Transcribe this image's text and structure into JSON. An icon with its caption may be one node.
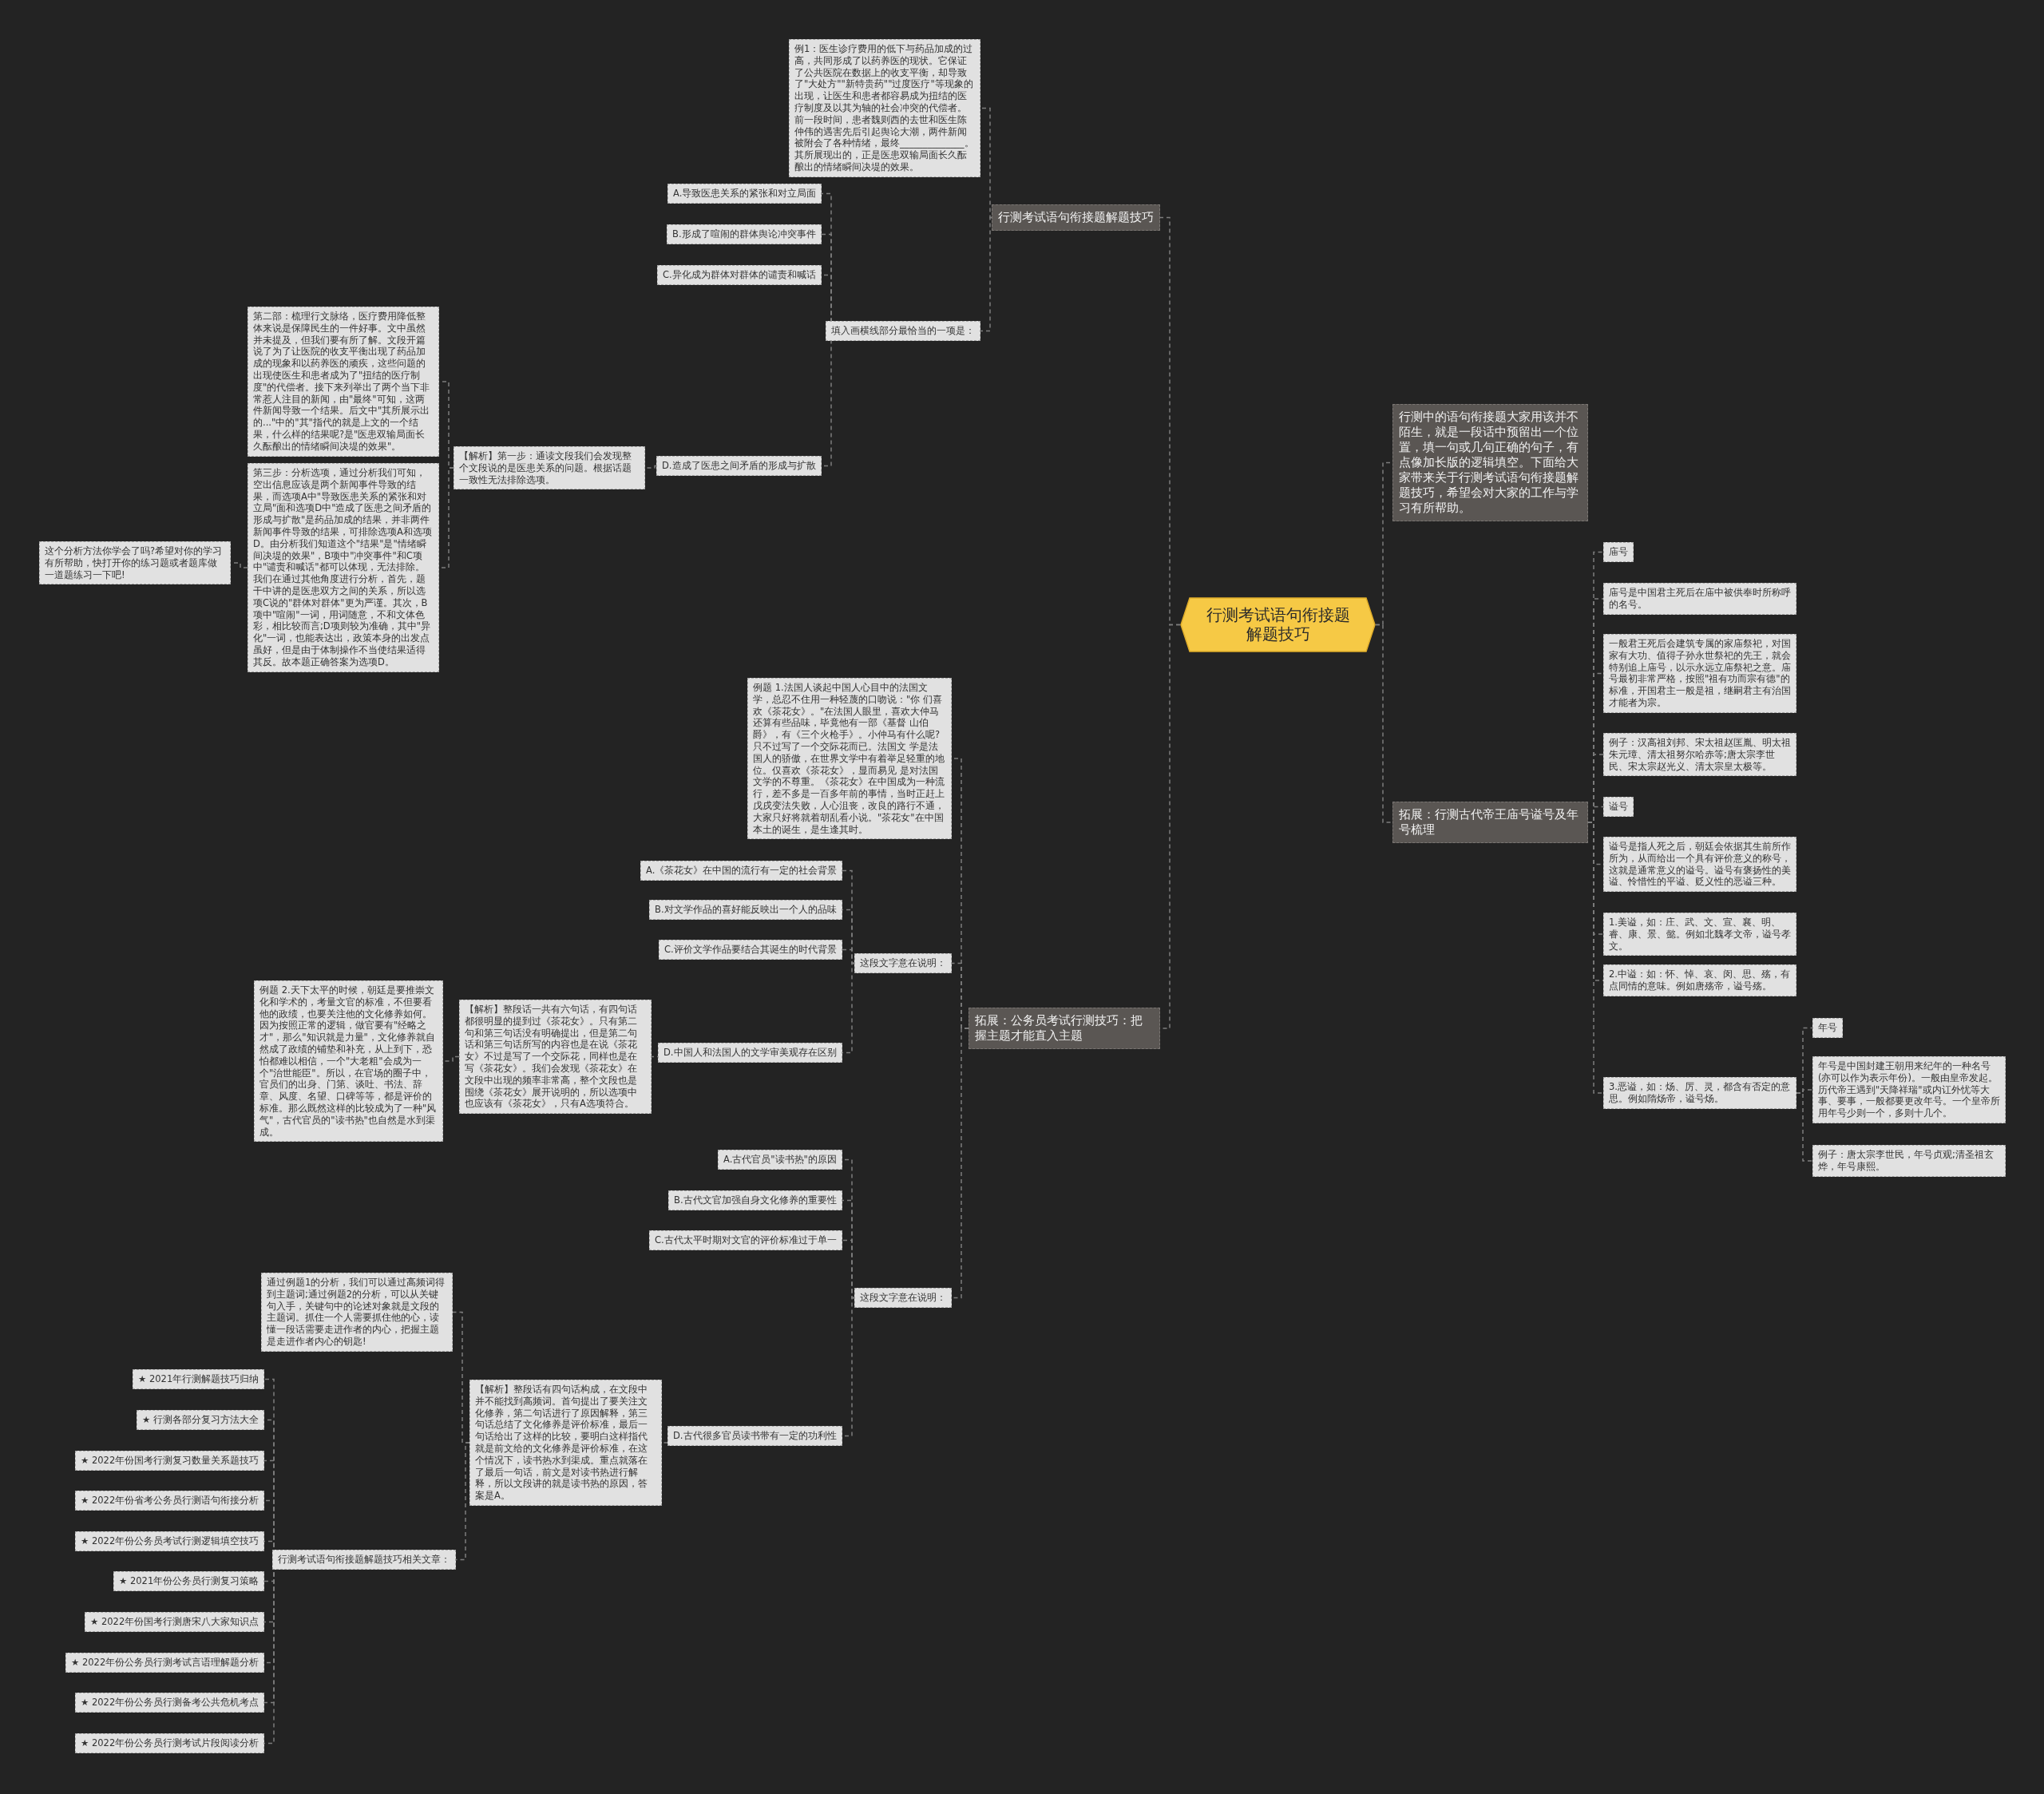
{
  "diagram": {
    "nodes": [
      {
        "text": [
          "行测考试语句衔接题解题技巧"
        ]
      },
      {
        "text": [
          "行测考试语句衔接题解题技巧"
        ]
      },
      {
        "text": [
          "例1：医生诊疗费用的低下与药品加成的过高，共同形成了以药养医的现状。它保证了公共医院在数据上的收支平衡，却导致了\"大处方\"\"新特贵药\"\"过度医疗\"等现象的出现，让医生和患者都容易成为扭结的医疗制度及以其为轴的社会冲突的代偿者。前一段时间，患者魏则西的去世和医生陈仲伟的遇害先后引起舆论大潮，两件新闻被附会了各种情绪，最终______________。其所展现出的，正是医患双输局面长久酝酿出的情绪瞬间决堤的效果。"
        ]
      },
      {
        "text": [
          "填入画横线部分最恰当的一项是："
        ]
      },
      {
        "text": [
          "A.导致医患关系的紧张和对立局面"
        ]
      },
      {
        "text": [
          "B.形成了喧闹的群体舆论冲突事件"
        ]
      },
      {
        "text": [
          "C.异化成为群体对群体的谴责和喊话"
        ]
      },
      {
        "text": [
          "D.造成了医患之间矛盾的形成与扩散"
        ]
      },
      {
        "text": [
          "【解析】第一步：通读文段我们会发现整个文段说的是医患关系的问题。根据话题一致性无法排除选项。"
        ]
      },
      {
        "text": [
          "第二部：梳理行文脉络，医疗费用降低整体来说是保障民生的一件好事。文中虽然并未提及，但我们要有所了解。文段开篇说了为了让医院的收支平衡出现了药品加成的现象和以药养医的顽疾，这些问题的出现使医生和患者成为了\"扭结的医疗制度\"的代偿者。接下来列举出了两个当下非常惹人注目的新闻，由\"最终\"可知，这两件新闻导致一个结果。后文中\"其所展示出的...\"中的\"其\"指代的就是上文的一个结果，什么样的结果呢?是\"医患双输局面长久酝酿出的情绪瞬间决堤的效果\"。"
        ]
      },
      {
        "text": [
          "第三步：分析选项，通过分析我们可知，空出信息应该是两个新闻事件导致的结果，而选项A中\"导致医患关系的紧张和对立局\"面和选项D中\"造成了医患之间矛盾的形成与扩散\"是药品加成的结果，并非两件新闻事件导致的结果，可排除选项A和选项D。由分析我们知道这个\"结果\"是\"情绪瞬间决堤的效果\"，B项中\"冲突事件\"和C项中\"谴责和喊话\"都可以体现，无法排除。我们在通过其他角度进行分析，首先，题干中讲的是医患双方之间的关系，所以选项C说的\"群体对群体\"更为严谨。其次，B项中\"喧闹\"一词，用词随意，不和文体色彩，相比较而言;D项则较为准确，其中\"异化\"一词，也能表达出，政策本身的出发点虽好，但是由于体制操作不当使结果适得其反。故本题正确答案为选项D。"
        ]
      },
      {
        "text": [
          "这个分析方法你学会了吗?希望对你的学习有所帮助，快打开你的练习题或者题库做一道题练习一下吧!"
        ]
      },
      {
        "text": [
          "拓展：公务员考试行测技巧：把握主题才能直入主题"
        ]
      },
      {
        "text": [
          "例题 1.法国人谈起中国人心目中的法国文学，总忍不住用一种轻蔑的口吻说：\"你 们喜欢《茶花女》。\"在法国人眼里，喜欢大仲马还算有些品味，毕竟他有一部《基督 山伯爵》，有《三个火枪手》。小仲马有什么呢?只不过写了一个交际花而已。法国文 学是法国人的骄傲，在世界文学中有着举足轻重的地位。仅喜欢《茶花女》，显而易见 是对法国文学的不尊重。《茶花女》在中国成为一种流行，差不多是一百多年前的事情，当时正赶上戊戌变法失败，人心沮丧，改良的路行不通，大家只好将就着胡乱看小说。\"茶花女\"在中国本土的诞生，是生逢其时。"
        ]
      },
      {
        "text": [
          "这段文字意在说明："
        ]
      },
      {
        "text": [
          "A.《茶花女》在中国的流行有一定的社会背景"
        ]
      },
      {
        "text": [
          "B.对文学作品的喜好能反映出一个人的品味"
        ]
      },
      {
        "text": [
          "C.评价文学作品要结合其诞生的时代背景"
        ]
      },
      {
        "text": [
          "D.中国人和法国人的文学审美观存在区别"
        ]
      },
      {
        "text": [
          "【解析】整段话一共有六句话，有四句话都很明显的提到过《茶花女》。只有第二句和第三句话没有明确提出，但是第二句话和第三句话所写的内容也是在说《茶花女》不过是写了一个交际花，同样也是在写《茶花女》。我们会发现《茶花女》在文段中出现的频率非常高，整个文段也是围绕《茶花女》展开说明的，所以选项中也应该有《茶花女》，只有A选项符合。"
        ]
      },
      {
        "text": [
          "例题 2.天下太平的时候，朝廷是要推崇文化和学术的，考量文官的标准，不但要看他的政绩，也要关注他的文化修养如何。因为按照正常的逻辑，做官要有\"经略之才\"，那么\"知识就是力量\"，文化修养就自然成了政绩的铺垫和补充，从上到下，恐怕都难以相信，一个\"大老粗\"会成为一个\"治世能臣\"。所以，在官场的圈子中，官员们的出身、门第、谈吐、书法、辞章、风度、名望、口碑等等，都是评价的标准。那么既然这样的比较成为了一种\"风气\"，古代官员的\"读书热\"也自然是水到渠成。"
        ]
      },
      {
        "text": [
          "这段文字意在说明："
        ]
      },
      {
        "text": [
          "A.古代官员\"读书热\"的原因"
        ]
      },
      {
        "text": [
          "B.古代文官加强自身文化修养的重要性"
        ]
      },
      {
        "text": [
          "C.古代太平时期对文官的评价标准过于单一"
        ]
      },
      {
        "text": [
          "D.古代很多官员读书带有一定的功利性"
        ]
      },
      {
        "text": [
          "【解析】整段话有四句话构成，在文段中并不能找到高频词。首句提出了要关注文化修养，第二句话进行了原因解释，第三句话总结了文化修养是评价标准，最后一句话给出了这样的比较，要明白这样指代就是前文给的文化修养是评价标准，在这个情况下，读书热水到渠成。重点就落在了最后一句话，前文是对读书热进行解释，所以文段讲的就是读书热的原因，答案是A。"
        ]
      },
      {
        "text": [
          "通过例题1的分析，我们可以通过高频词得到主题词;通过例题2的分析，可以从关键句入手，关键句中的论述对象就是文段的主题词。抓住一个人需要抓住他的心，读懂一段话需要走进作者的内心，把握主题是走进作者内心的钥匙!"
        ]
      },
      {
        "text": [
          "行测考试语句衔接题解题技巧相关文章："
        ]
      },
      {
        "text": [
          "★ 2021年行测解题技巧归纳"
        ]
      },
      {
        "text": [
          "★ 行测各部分复习方法大全"
        ]
      },
      {
        "text": [
          "★ 2022年份国考行测复习数量关系题技巧"
        ]
      },
      {
        "text": [
          "★ 2022年份省考公务员行测语句衔接分析"
        ]
      },
      {
        "text": [
          "★ 2022年份公务员考试行测逻辑填空技巧"
        ]
      },
      {
        "text": [
          "★ 2021年份公务员行测复习策略"
        ]
      },
      {
        "text": [
          "★ 2022年份国考行测唐宋八大家知识点"
        ]
      },
      {
        "text": [
          "★ 2022年份公务员行测考试言语理解题分析"
        ]
      },
      {
        "text": [
          "★ 2022年份公务员行测备考公共危机考点"
        ]
      },
      {
        "text": [
          "★ 2022年份公务员行测考试片段阅读分析"
        ]
      },
      {
        "text": [
          "行测中的语句衔接题大家用该并不陌生，就是一段话中预留出一个位置，填一句或几句正确的句子，有点像加长版的逻辑填空。下面给大家带来关于行测考试语句衔接题解题技巧，希望会对大家的工作与学习有所帮助。"
        ]
      },
      {
        "text": [
          "拓展：行测古代帝王庙号谥号及年号梳理"
        ]
      },
      {
        "text": [
          "庙号"
        ]
      },
      {
        "text": [
          "庙号是中国君主死后在庙中被供奉时所称呼的名号。"
        ]
      },
      {
        "text": [
          "一般君王死后会建筑专属的家庙祭祀，对国家有大功、值得子孙永世祭祀的先王，就会特别追上庙号，以示永远立庙祭祀之意。庙号最初非常严格，按照\"祖有功而宗有德\"的标准，开国君主一般是祖，继嗣君主有治国才能者为宗。"
        ]
      },
      {
        "text": [
          "例子：汉高祖刘邦、宋太祖赵匡胤、明太祖朱元璋、清太祖努尔哈赤等;唐太宗李世民、宋太宗赵光义、清太宗皇太极等。"
        ]
      },
      {
        "text": [
          "谥号"
        ]
      },
      {
        "text": [
          "谥号是指人死之后，朝廷会依据其生前所作所为，从而给出一个具有评价意义的称号，这就是通常意义的谥号。谥号有褒扬性的美谥、怜惜性的平谥、贬义性的恶谥三种。"
        ]
      },
      {
        "text": [
          "1.美谥，如：庄、武、文、宣、襄、明、睿、康、景、懿。例如北魏孝文帝，谥号孝文。"
        ]
      },
      {
        "text": [
          "2.中谥：如：怀、悼、哀、闵、思、殇，有点同情的意味。例如唐殇帝，谥号殇。"
        ]
      },
      {
        "text": [
          "3.恶谥，如：炀、厉、灵，都含有否定的意思。例如隋炀帝，谥号炀。"
        ]
      },
      {
        "text": [
          "年号"
        ]
      },
      {
        "text": [
          "年号是中国封建王朝用来纪年的一种名号(亦可以作为表示年份)。一般由皇帝发起。历代帝王遇到\"天降祥瑞\"或内讧外忧等大事、要事，一般都要更改年号。一个皇帝所用年号少则一个，多则十几个。"
        ]
      },
      {
        "text": [
          "例子：唐太宗李世民，年号贞观;清圣祖玄烨，年号康熙。"
        ]
      }
    ],
    "edges": [
      {
        "from": 0,
        "to": 1,
        "arrow": "none"
      },
      {
        "from": 0,
        "to": 12,
        "arrow": "none"
      },
      {
        "from": 0,
        "to": 39,
        "arrow": "none"
      },
      {
        "from": 0,
        "to": 40,
        "arrow": "none"
      },
      {
        "from": 1,
        "to": 2,
        "arrow": "none"
      },
      {
        "from": 1,
        "to": 3,
        "arrow": "none"
      },
      {
        "from": 3,
        "to": 4,
        "arrow": "none"
      },
      {
        "from": 3,
        "to": 5,
        "arrow": "none"
      },
      {
        "from": 3,
        "to": 6,
        "arrow": "none"
      },
      {
        "from": 3,
        "to": 7,
        "arrow": "none"
      },
      {
        "from": 7,
        "to": 8,
        "arrow": "none"
      },
      {
        "from": 8,
        "to": 9,
        "arrow": "none"
      },
      {
        "from": 8,
        "to": 10,
        "arrow": "none"
      },
      {
        "from": 10,
        "to": 11,
        "arrow": "none"
      },
      {
        "from": 12,
        "to": 13,
        "arrow": "none"
      },
      {
        "from": 12,
        "to": 14,
        "arrow": "none"
      },
      {
        "from": 12,
        "to": 21,
        "arrow": "none"
      },
      {
        "from": 14,
        "to": 15,
        "arrow": "none"
      },
      {
        "from": 14,
        "to": 16,
        "arrow": "none"
      },
      {
        "from": 14,
        "to": 17,
        "arrow": "none"
      },
      {
        "from": 14,
        "to": 18,
        "arrow": "none"
      },
      {
        "from": 18,
        "to": 19,
        "arrow": "none"
      },
      {
        "from": 19,
        "to": 20,
        "arrow": "none"
      },
      {
        "from": 21,
        "to": 22,
        "arrow": "none"
      },
      {
        "from": 21,
        "to": 23,
        "arrow": "none"
      },
      {
        "from": 21,
        "to": 24,
        "arrow": "none"
      },
      {
        "from": 21,
        "to": 25,
        "arrow": "none"
      },
      {
        "from": 25,
        "to": 26,
        "arrow": "none"
      },
      {
        "from": 26,
        "to": 27,
        "arrow": "none"
      },
      {
        "from": 26,
        "to": 28,
        "arrow": "none"
      },
      {
        "from": 28,
        "to": 29,
        "arrow": "none"
      },
      {
        "from": 28,
        "to": 30,
        "arrow": "none"
      },
      {
        "from": 28,
        "to": 31,
        "arrow": "none"
      },
      {
        "from": 28,
        "to": 32,
        "arrow": "none"
      },
      {
        "from": 28,
        "to": 33,
        "arrow": "none"
      },
      {
        "from": 28,
        "to": 34,
        "arrow": "none"
      },
      {
        "from": 28,
        "to": 35,
        "arrow": "none"
      },
      {
        "from": 28,
        "to": 36,
        "arrow": "none"
      },
      {
        "from": 28,
        "to": 37,
        "arrow": "none"
      },
      {
        "from": 28,
        "to": 38,
        "arrow": "none"
      },
      {
        "from": 40,
        "to": 41,
        "arrow": "none"
      },
      {
        "from": 40,
        "to": 42,
        "arrow": "none"
      },
      {
        "from": 40,
        "to": 43,
        "arrow": "none"
      },
      {
        "from": 40,
        "to": 44,
        "arrow": "none"
      },
      {
        "from": 40,
        "to": 45,
        "arrow": "none"
      },
      {
        "from": 40,
        "to": 46,
        "arrow": "none"
      },
      {
        "from": 40,
        "to": 47,
        "arrow": "none"
      },
      {
        "from": 40,
        "to": 48,
        "arrow": "none"
      },
      {
        "from": 40,
        "to": 49,
        "arrow": "none"
      },
      {
        "from": 49,
        "to": 50,
        "arrow": "none"
      },
      {
        "from": 49,
        "to": 51,
        "arrow": "none"
      },
      {
        "from": 49,
        "to": 52,
        "arrow": "none"
      }
    ]
  }
}
